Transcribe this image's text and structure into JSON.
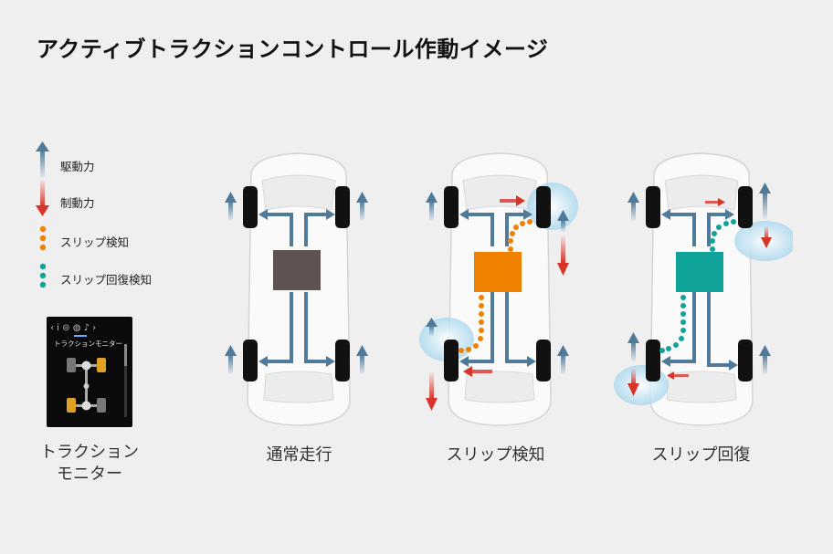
{
  "title": "アクティブトラクションコントロール作動イメージ",
  "legend": {
    "drive": "駆動力",
    "brake": "制動力",
    "slip": "スリップ検知",
    "recover": "スリップ回復検知"
  },
  "monitor": {
    "screen_title": "トラクションモニター",
    "caption_line1": "トラクション",
    "caption_line2": "モニター",
    "tab_icons": "‹ i ⊜ ◍ ♪ ›"
  },
  "panels": [
    {
      "caption": "通常走行"
    },
    {
      "caption": "スリップ検知"
    },
    {
      "caption": "スリップ回復"
    }
  ],
  "colors": {
    "drive": "#4f7a9a",
    "brake": "#d8342a",
    "slip": "#f08200",
    "recover": "#10a39a",
    "center_normal": "#5e5350",
    "ice": "#bfe0f0"
  }
}
